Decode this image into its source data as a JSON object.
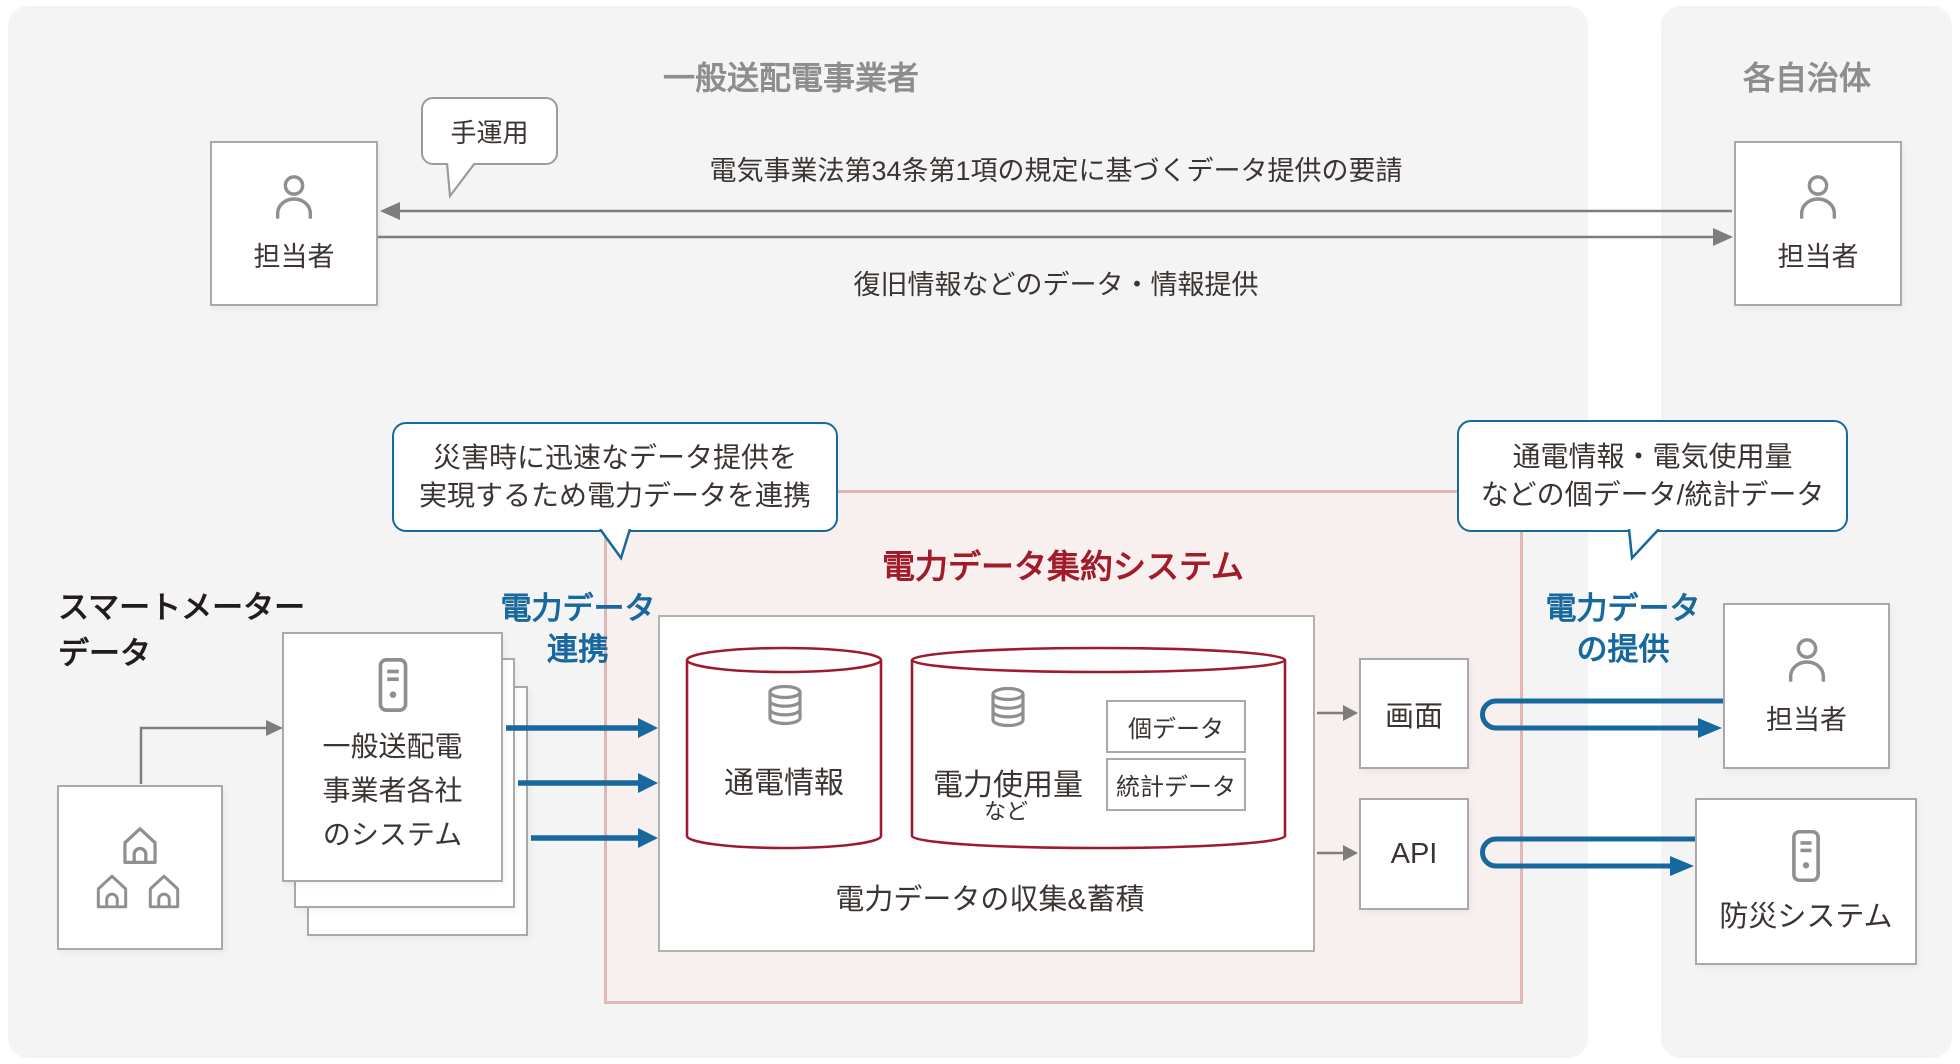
{
  "colors": {
    "accent_blue": "#17689e",
    "title_red": "#a01c2a",
    "cylinder_red": "#9e1b2d",
    "pink_border": "#e0b7b5",
    "pink_fill": "#f8f0ef",
    "panel_gray": "#f4f4f4",
    "header_gray": "#8d8d8d",
    "arrow_gray": "#7d7d7d",
    "icon_gray": "#8f8f8f",
    "text_dark": "#3b3432"
  },
  "headers": {
    "left": "一般送配電事業者",
    "right": "各自治体"
  },
  "top_flow": {
    "left_staff": "担当者",
    "right_staff": "担当者",
    "manual_bubble": "手運用",
    "request_label": "電気事業法第34条第1項の規定に基づくデータ提供の要請",
    "response_label": "復旧情報などのデータ・情報提供"
  },
  "left_flow": {
    "smart_meter_line1": "スマートメーター",
    "smart_meter_line2": "データ",
    "system_line1": "一般送配電",
    "system_line2": "事業者各社",
    "system_line3": "のシステム",
    "linkage_line1": "電力データ",
    "linkage_line2": "連携",
    "bubble_line1": "災害時に迅速なデータ提供を",
    "bubble_line2": "実現するため電力データを連携"
  },
  "aggregation": {
    "title": "電力データ集約システム",
    "power_status_db": "通電情報",
    "usage_db": "電力使用量",
    "usage_db_suffix": "など",
    "individual_data": "個データ",
    "statistical_data": "統計データ",
    "footer": "電力データの収集&蓄積",
    "screen": "画面",
    "api": "API"
  },
  "right_flow": {
    "bubble_line1": "通電情報・電気使用量",
    "bubble_line2": "などの個データ/統計データ",
    "provide_line1": "電力データ",
    "provide_line2": "の提供",
    "staff": "担当者",
    "disaster_system": "防災システム"
  }
}
